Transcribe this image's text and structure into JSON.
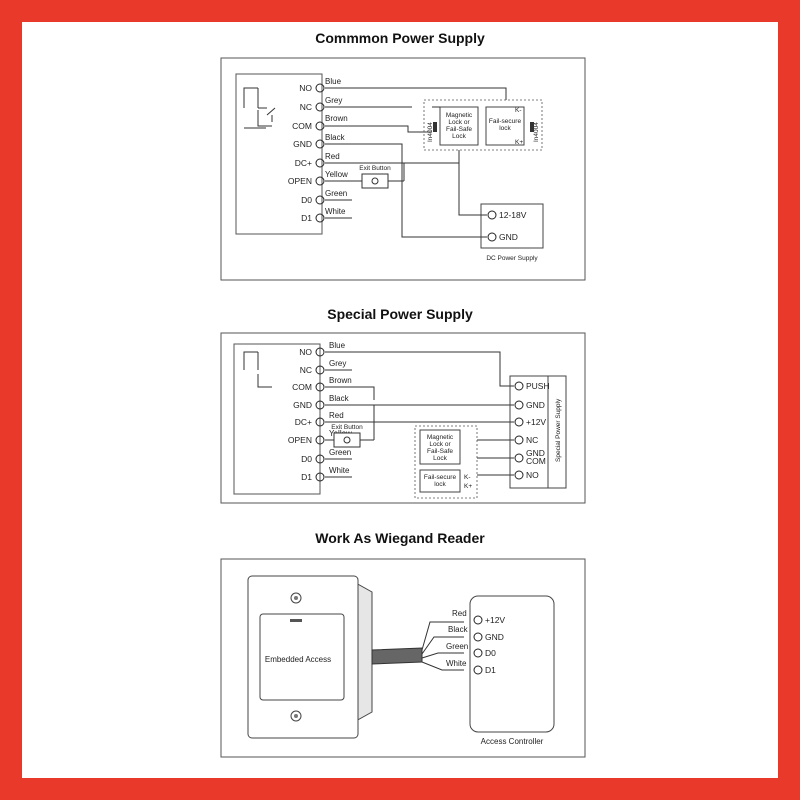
{
  "colors": {
    "frame": "#e8392b",
    "background": "#ffffff",
    "line": "#333333"
  },
  "common": {
    "title": "Commmon Power Supply",
    "terminals": [
      "NO",
      "NC",
      "COM",
      "GND",
      "DC+",
      "OPEN",
      "D0",
      "D1"
    ],
    "wires": [
      "Blue",
      "Grey",
      "Brown",
      "Black",
      "Red",
      "Yellow",
      "Green",
      "White"
    ],
    "exit_button": "Exit Button",
    "mag_lock": [
      "Magnetic",
      "Lock or",
      "Fail-Safe",
      "Lock"
    ],
    "fs_lock": [
      "Fail-secure",
      "lock"
    ],
    "diode": "In4004",
    "k_minus": "K-",
    "k_plus": "K+",
    "psu_terminals": [
      "12-18V",
      "GND"
    ],
    "psu_label": "DC Power Supply"
  },
  "special": {
    "title": "Special Power Supply",
    "terminals": [
      "NO",
      "NC",
      "COM",
      "GND",
      "DC+",
      "OPEN",
      "D0",
      "D1"
    ],
    "wires": [
      "Blue",
      "Grey",
      "Brown",
      "Black",
      "Red",
      "Yellow",
      "Green",
      "White"
    ],
    "exit_button": "Exit Button",
    "mag_lock": [
      "Magnetic",
      "Lock or",
      "Fail-Safe",
      "Lock"
    ],
    "fs_lock": [
      "Fail-secure",
      "lock"
    ],
    "k_minus": "K-",
    "k_plus": "K+",
    "psu_terminals": [
      "PUSH",
      "GND",
      "+12V",
      "NC",
      "GND",
      "COM",
      "NO"
    ],
    "psu_label": "Special Power Supply"
  },
  "wiegand": {
    "title": "Work As Wiegand Reader",
    "device_label": "Embedded Access",
    "wires": [
      "Red",
      "Black",
      "Green",
      "White"
    ],
    "terminals": [
      "+12V",
      "GND",
      "D0",
      "D1"
    ],
    "controller_label": "Access Controller"
  }
}
